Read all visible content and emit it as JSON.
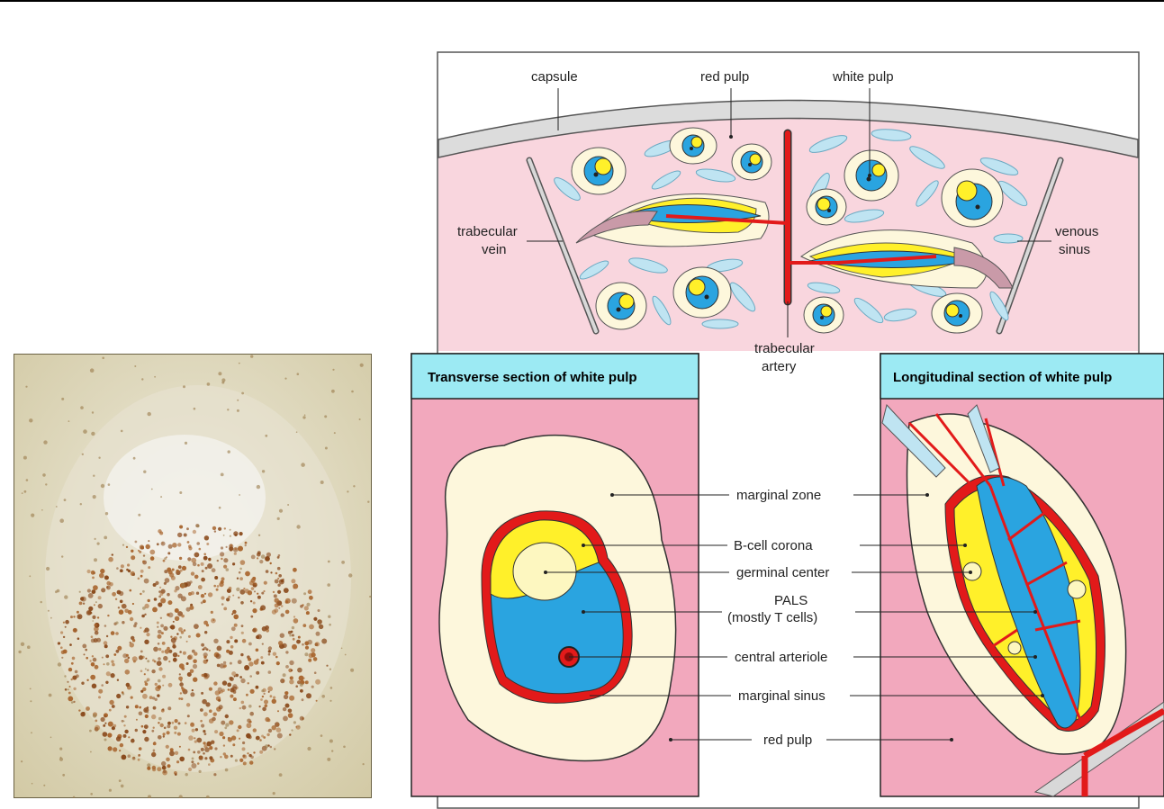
{
  "top_labels": {
    "capsule": "capsule",
    "red_pulp": "red pulp",
    "white_pulp": "white pulp",
    "trabecular_vein_1": "trabecular",
    "trabecular_vein_2": "vein",
    "venous_sinus_1": "venous",
    "venous_sinus_2": "sinus",
    "trabecular_artery_1": "trabecular",
    "trabecular_artery_2": "artery"
  },
  "panels": {
    "transverse_title": "Transverse section of white pulp",
    "longitudinal_title": "Longitudinal section of white pulp"
  },
  "middle_labels": {
    "marginal_zone": "marginal zone",
    "b_cell_corona": "B-cell corona",
    "germinal_center": "germinal center",
    "pals_1": "PALS",
    "pals_2": "(mostly T cells)",
    "central_arteriole": "central arteriole",
    "marginal_sinus": "marginal sinus",
    "red_pulp": "red pulp"
  },
  "colors": {
    "red_pulp": "#f9d6de",
    "panel_pink": "#f2a8bd",
    "white_pulp_zone": "#fdf7dc",
    "b_cell": "#fff02a",
    "pals": "#2aa4e0",
    "artery": "#e21a1a",
    "header": "#9ceaf3",
    "sinus": "#bfe4f2"
  }
}
